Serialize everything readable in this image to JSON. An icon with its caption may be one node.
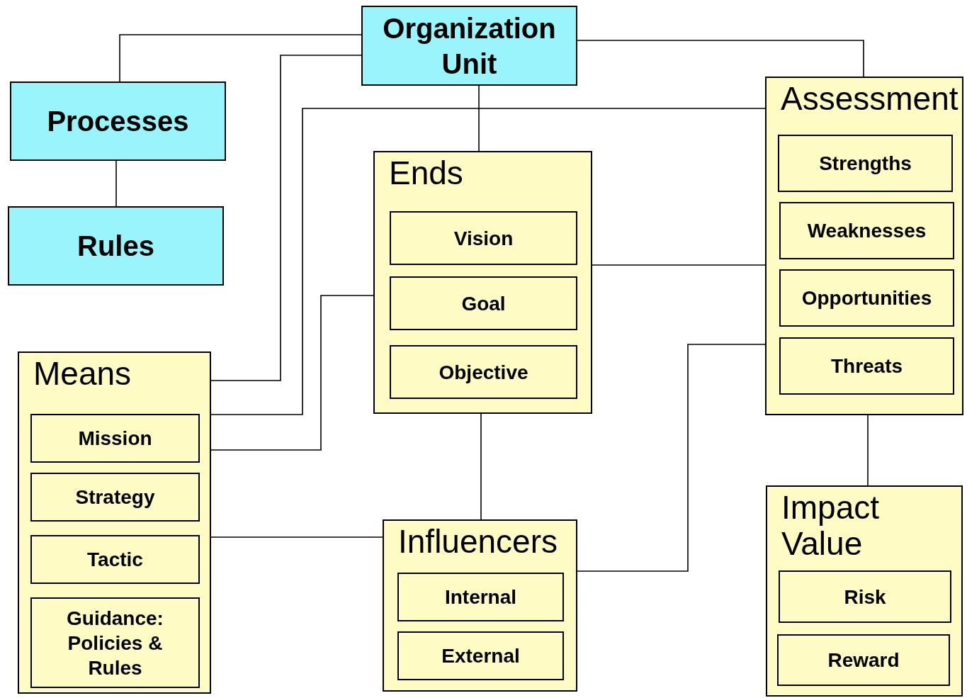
{
  "diagram": {
    "nodes": [
      {
        "text": [
          "Organization Unit"
        ]
      },
      {
        "text": [
          "Processes"
        ]
      },
      {
        "text": [
          "Rules"
        ]
      },
      {
        "text": [
          "Assessment"
        ]
      },
      {
        "text": [
          "Strengths"
        ],
        "in": 3
      },
      {
        "text": [
          "Weaknesses"
        ],
        "in": 3
      },
      {
        "text": [
          "Opportunities"
        ],
        "in": 3
      },
      {
        "text": [
          "Threats"
        ],
        "in": 3
      },
      {
        "text": [
          "Ends"
        ]
      },
      {
        "text": [
          "Vision"
        ],
        "in": 8
      },
      {
        "text": [
          "Goal"
        ],
        "in": 8
      },
      {
        "text": [
          "Objective"
        ],
        "in": 8
      },
      {
        "text": [
          "Means"
        ]
      },
      {
        "text": [
          "Mission"
        ],
        "in": 12
      },
      {
        "text": [
          "Strategy"
        ],
        "in": 12
      },
      {
        "text": [
          "Tactic"
        ],
        "in": 12
      },
      {
        "text": [
          "Guidance: Policies & Rules"
        ],
        "in": 12
      },
      {
        "text": [
          "Influencers"
        ]
      },
      {
        "text": [
          "Internal"
        ],
        "in": 17
      },
      {
        "text": [
          "External"
        ],
        "in": 17
      },
      {
        "text": [
          "Impact Value"
        ]
      },
      {
        "text": [
          "Risk"
        ],
        "in": 20
      },
      {
        "text": [
          "Reward"
        ],
        "in": 20
      }
    ],
    "edges": [
      {
        "from": 0,
        "to": 1,
        "arrow": "none"
      },
      {
        "from": 1,
        "to": 2,
        "arrow": "none"
      },
      {
        "from": 0,
        "to": 3,
        "arrow": "none"
      },
      {
        "from": 0,
        "to": 8,
        "arrow": "none"
      },
      {
        "from": 0,
        "to": 12,
        "arrow": "none"
      },
      {
        "from": 3,
        "to": 12,
        "arrow": "none"
      },
      {
        "from": 8,
        "to": 12,
        "arrow": "none"
      },
      {
        "from": 8,
        "to": 3,
        "arrow": "none"
      },
      {
        "from": 8,
        "to": 17,
        "arrow": "none"
      },
      {
        "from": 12,
        "to": 17,
        "arrow": "none"
      },
      {
        "from": 17,
        "to": 3,
        "arrow": "none"
      },
      {
        "from": 3,
        "to": 20,
        "arrow": "none"
      }
    ]
  }
}
